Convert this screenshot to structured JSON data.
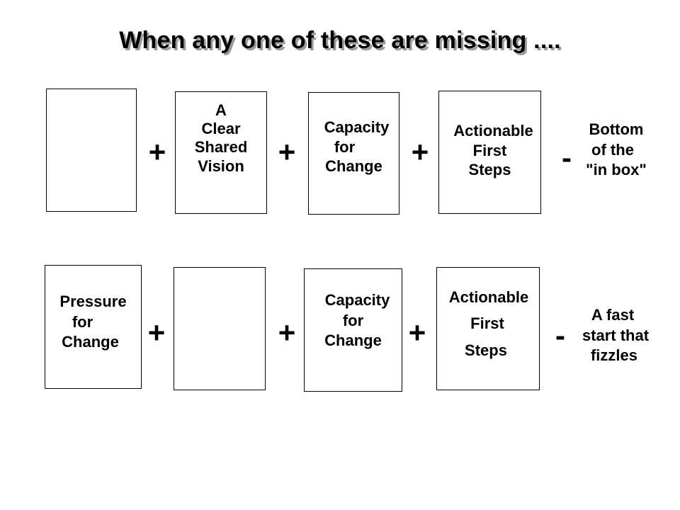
{
  "title": "When any one of these are missing ....",
  "operators": {
    "plus": "+",
    "minus": "-"
  },
  "row1": {
    "box1": [],
    "box2": [
      "A",
      "Clear",
      "Shared",
      "Vision"
    ],
    "box3": [
      "Capacity",
      "for",
      "Change"
    ],
    "box4": [
      "Actionable",
      "First",
      "Steps"
    ],
    "result": [
      "Bottom",
      "of the",
      "\"in box\""
    ]
  },
  "row2": {
    "box1": [
      "Pressure",
      "for",
      "Change"
    ],
    "box2": [],
    "box3": [
      "Capacity",
      "for",
      "Change"
    ],
    "box4": [
      "Actionable",
      "First",
      "Steps"
    ],
    "result": [
      "A fast",
      "start that",
      "fizzles"
    ]
  }
}
